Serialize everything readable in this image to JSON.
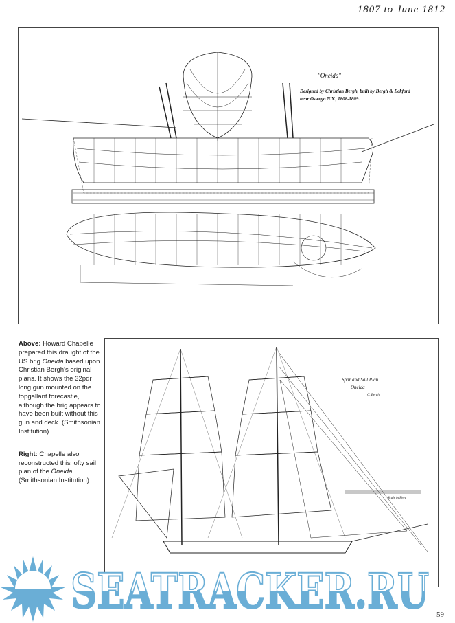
{
  "header": {
    "running_title": "1807 to June 1812"
  },
  "figure1": {
    "title": "\"Oneida\"",
    "subtitle_line1": "Designed by Christian Bergh, built by Bergh & Eckford",
    "subtitle_line2": "near Oswego N.Y., 1808-1809."
  },
  "figure2": {
    "title_line1": "Spar and Sail Plan",
    "title_line2": "Oneida",
    "title_line3": "C. Bergh",
    "scale_label": "Scale in Feet"
  },
  "captions": {
    "above_lead": "Above:",
    "above_pre": " Howard Chapelle prepared this draught of the US brig ",
    "above_italic": "Oneida",
    "above_post": " based upon Christian Bergh's original plans. It shows the 32pdr long gun mounted on the topgallant forecastle, although the brig appears to have been built without this gun and deck. (Smithsonian Institution)",
    "right_lead": "Right:",
    "right_pre": " Chapelle also reconstructed this lofty sail plan of the ",
    "right_italic": "Oneida",
    "right_post": ". (Smithsonian Institution)"
  },
  "watermark": {
    "text": "SEATRACKER.RU",
    "color": "#6aaed6"
  },
  "page_number": "59"
}
